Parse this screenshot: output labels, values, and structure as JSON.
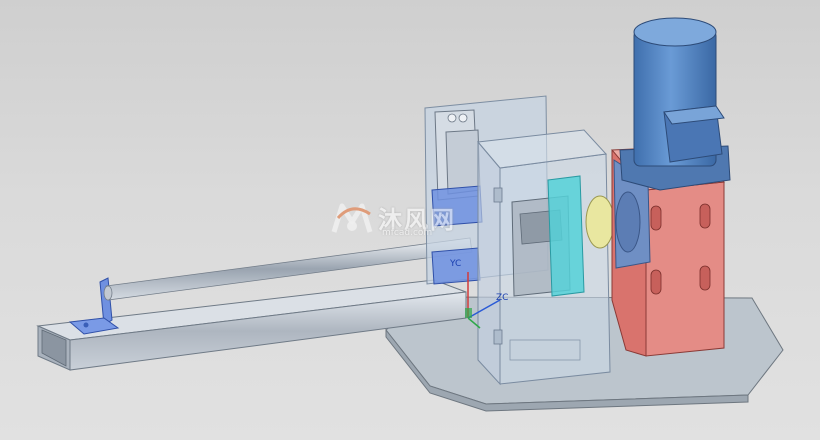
{
  "viewport": {
    "background_top": "#cfcfcf",
    "background_bottom": "#e1e1e1"
  },
  "colors": {
    "base_plate": "#bcc5cd",
    "motor_blue": "#5b8fcd",
    "gearbox_red": "#e48c86",
    "guard_glass": "#c6d3e2",
    "tube_steel": "#c7ced6",
    "bracket_blue": "#6f90e0",
    "cyan_block": "#55d1d8",
    "coupling_yellow": "#e9e7a0"
  },
  "coordinate_system": {
    "axis_zc": "ZC",
    "axis_yc": "YC"
  },
  "watermark": {
    "logo_icon": "mufeng-logo-icon",
    "text": "沐风网",
    "url": "mfcad.com"
  }
}
